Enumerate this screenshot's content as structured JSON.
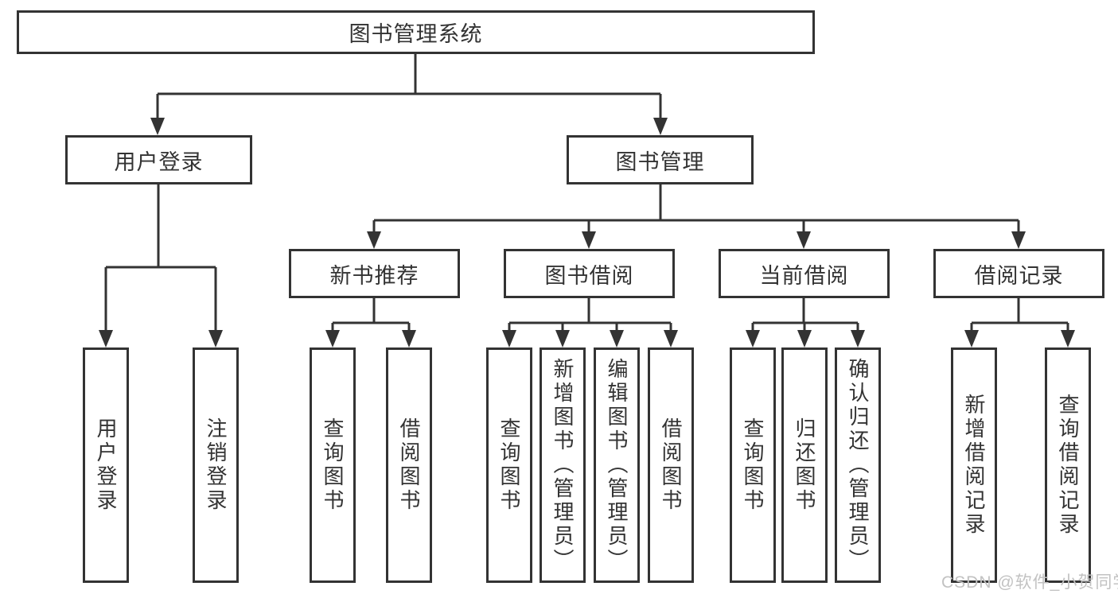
{
  "diagram": {
    "root": {
      "label": "图书管理系统"
    },
    "branches": [
      {
        "label": "用户登录",
        "children": [
          {
            "label": "用户登录"
          },
          {
            "label": "注销登录"
          }
        ]
      },
      {
        "label": "图书管理",
        "children": [
          {
            "label": "新书推荐",
            "children": [
              {
                "label": "查询图书"
              },
              {
                "label": "借阅图书"
              }
            ]
          },
          {
            "label": "图书借阅",
            "children": [
              {
                "label": "查询图书"
              },
              {
                "label": "新增图书（管理员）"
              },
              {
                "label": "编辑图书（管理员）"
              },
              {
                "label": "借阅图书"
              }
            ]
          },
          {
            "label": "当前借阅",
            "children": [
              {
                "label": "查询图书"
              },
              {
                "label": "归还图书"
              },
              {
                "label": "确认归还（管理员）"
              }
            ]
          },
          {
            "label": "借阅记录",
            "children": [
              {
                "label": "新增借阅记录"
              },
              {
                "label": "查询借阅记录"
              }
            ]
          }
        ]
      }
    ],
    "watermark": "CSDN @软件_小贺同学",
    "colors": {
      "line": "#333333",
      "text": "#333333",
      "box_bg": "#ffffff",
      "watermark": "#c2c2c2"
    }
  }
}
